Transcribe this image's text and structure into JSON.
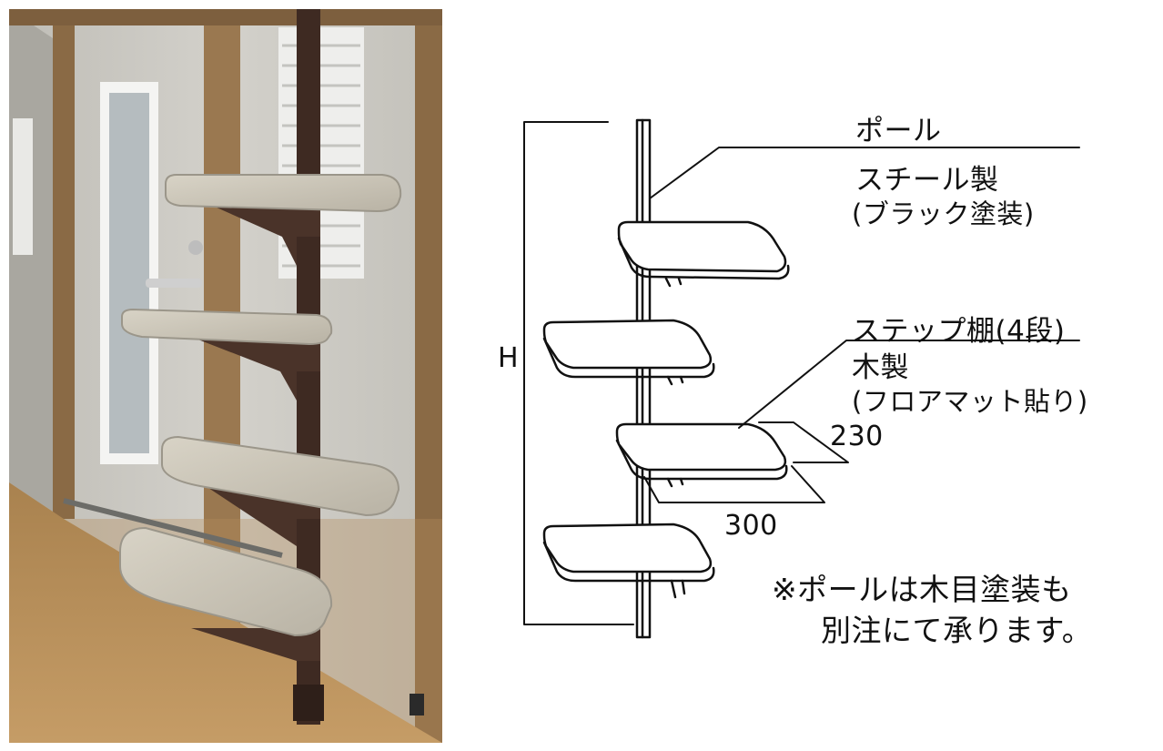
{
  "labels": {
    "pole_title": "ポール",
    "pole_material": "スチール製",
    "pole_finish": "(ブラック塗装)",
    "step_title": "ステップ棚(4段)",
    "step_material": "木製",
    "step_finish": "(フロアマット貼り)"
  },
  "dimensions": {
    "height": "H",
    "depth": "230",
    "width": "300"
  },
  "note": {
    "line1": "※ポールは木目塗装も",
    "line2": "別注にて承ります。"
  },
  "colors": {
    "line": "#111111",
    "photo_wall": "#c9c8c3",
    "photo_wood_frame": "#8a6a45",
    "photo_floor": "#b08a58",
    "photo_pole": "#3e2a22",
    "photo_shelf": "#c8c2b4"
  }
}
